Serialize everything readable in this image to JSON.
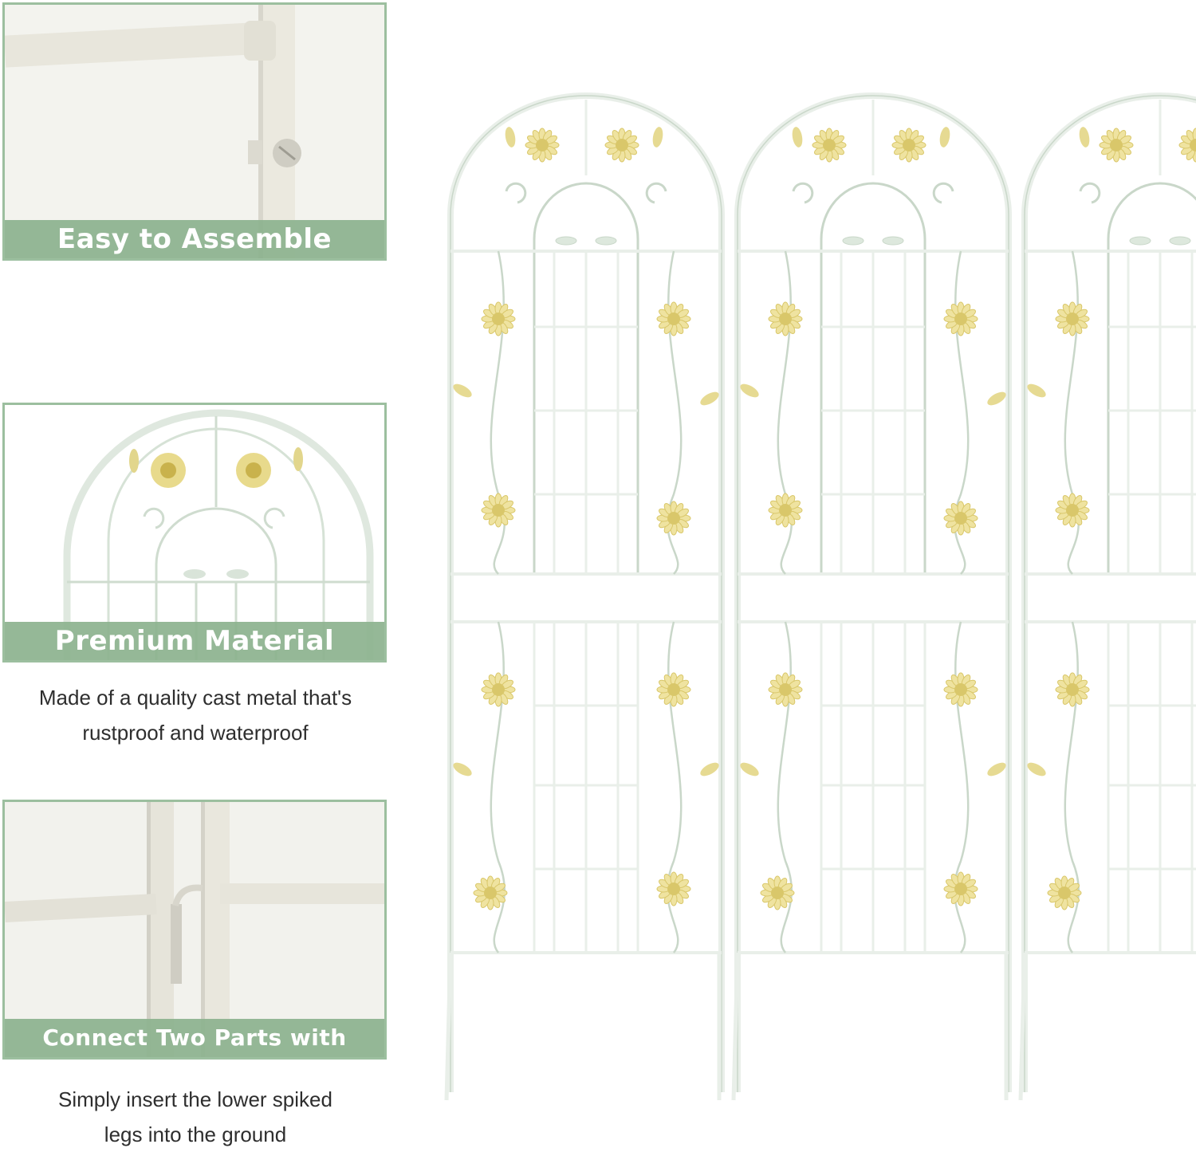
{
  "features": [
    {
      "caption": "Easy to Assemble",
      "description": ""
    },
    {
      "caption": "Premium Material",
      "description_lines": [
        "Made of a quality cast metal that's",
        "rustproof and waterproof"
      ]
    },
    {
      "caption": "Connect Two Parts with Screws",
      "description_lines": [
        "Simply insert the lower spiked",
        "legs into the ground"
      ]
    }
  ],
  "colors": {
    "accent_green": "#8cb28e",
    "border_green": "#9cbf9f",
    "metal_white": "#e9efe9",
    "flower_gold": "#d9c76a"
  },
  "illustration": {
    "panel_count": 3,
    "icons": [
      "screw-icon",
      "flower-icon",
      "bird-icon",
      "leaf-icon"
    ]
  }
}
